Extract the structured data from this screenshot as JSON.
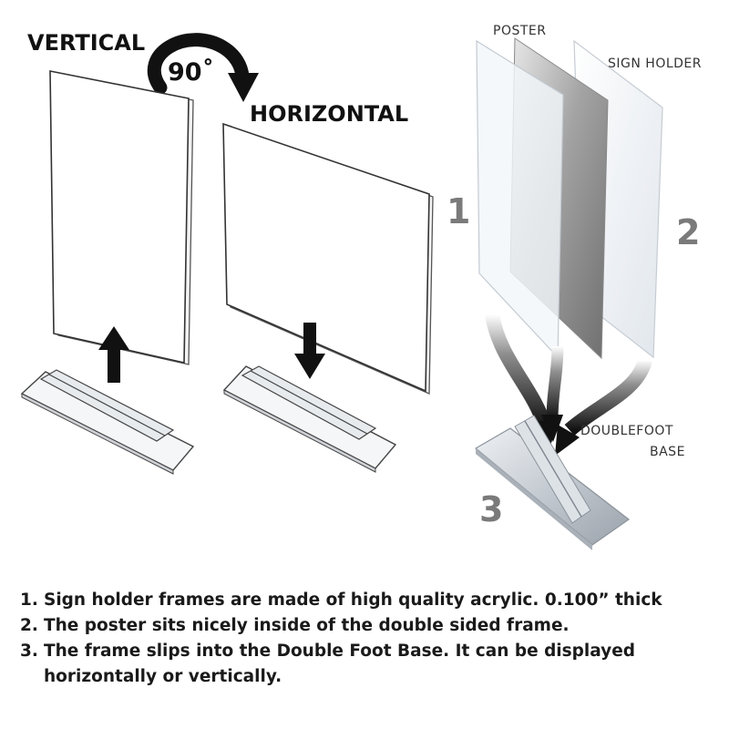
{
  "labels": {
    "vertical": "VERTICAL",
    "degrees": "90˚",
    "horizontal": "HORIZONTAL",
    "poster": "POSTER",
    "sign_holder": "SIGN HOLDER",
    "num_1": "1",
    "num_2": "2",
    "num_3": "3",
    "base_line1": "DOUBLEFOOT",
    "base_line2": "BASE"
  },
  "notes": [
    {
      "number": "1.",
      "text": "Sign holder frames are made of high quality acrylic. 0.100” thick"
    },
    {
      "number": "2.",
      "text": "The poster sits nicely inside of the double sided frame."
    },
    {
      "number": "3.",
      "text": "The frame slips into the Double Foot Base. It can be displayed horizontally or vertically."
    }
  ],
  "colors": {
    "text": "#1a1a1a",
    "number_gray": "#7a7a7a",
    "poster_gray": "#8c8c8c",
    "acrylic": "#eef2f6",
    "base_metal": "#c9ced4"
  },
  "icons": [
    "rotate-arrow-icon",
    "up-arrow-icon",
    "down-arrow-icon"
  ]
}
